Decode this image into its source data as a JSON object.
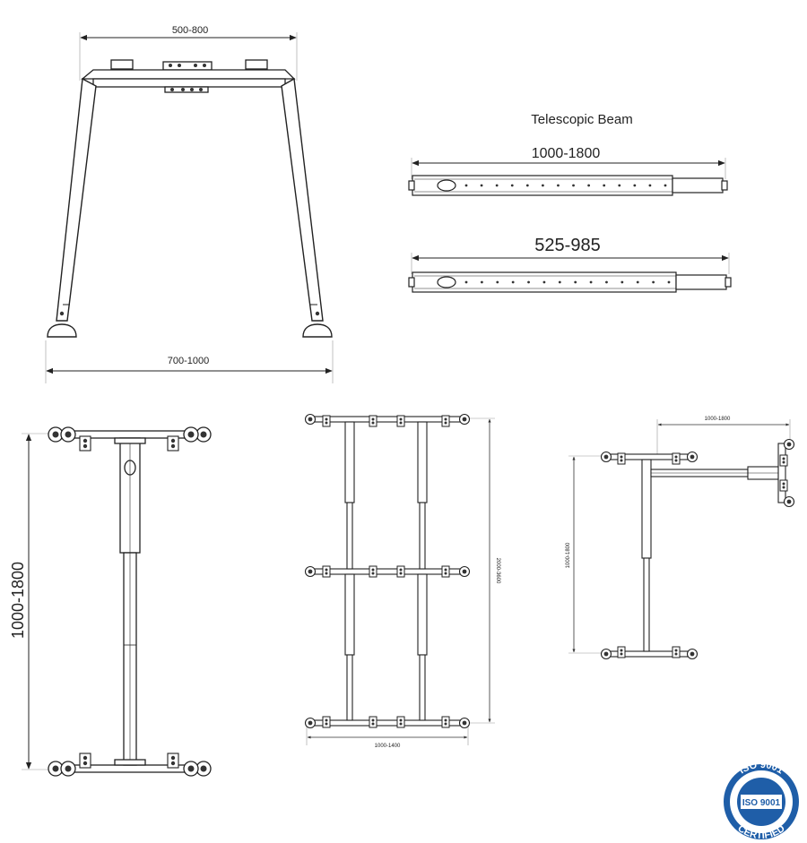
{
  "leg_frame": {
    "top_dimension": "500-800",
    "bottom_dimension": "700-1000"
  },
  "telescopic_beam": {
    "title": "Telescopic Beam",
    "long_beam_dimension": "1000-1800",
    "short_beam_dimension": "525-985"
  },
  "single_frame_plan": {
    "length_dimension": "1000-1800"
  },
  "double_frame_plan": {
    "height_dimension": "2000-3600",
    "width_dimension": "1000-1400"
  },
  "corner_frame_plan": {
    "top_dimension": "1000-1800",
    "left_dimension": "1000-1800"
  },
  "certification": {
    "top_text": "ISO 9001",
    "center_text": "ISO 9001",
    "bottom_text": "CERTIFIED",
    "color": "#1f5ea8"
  }
}
